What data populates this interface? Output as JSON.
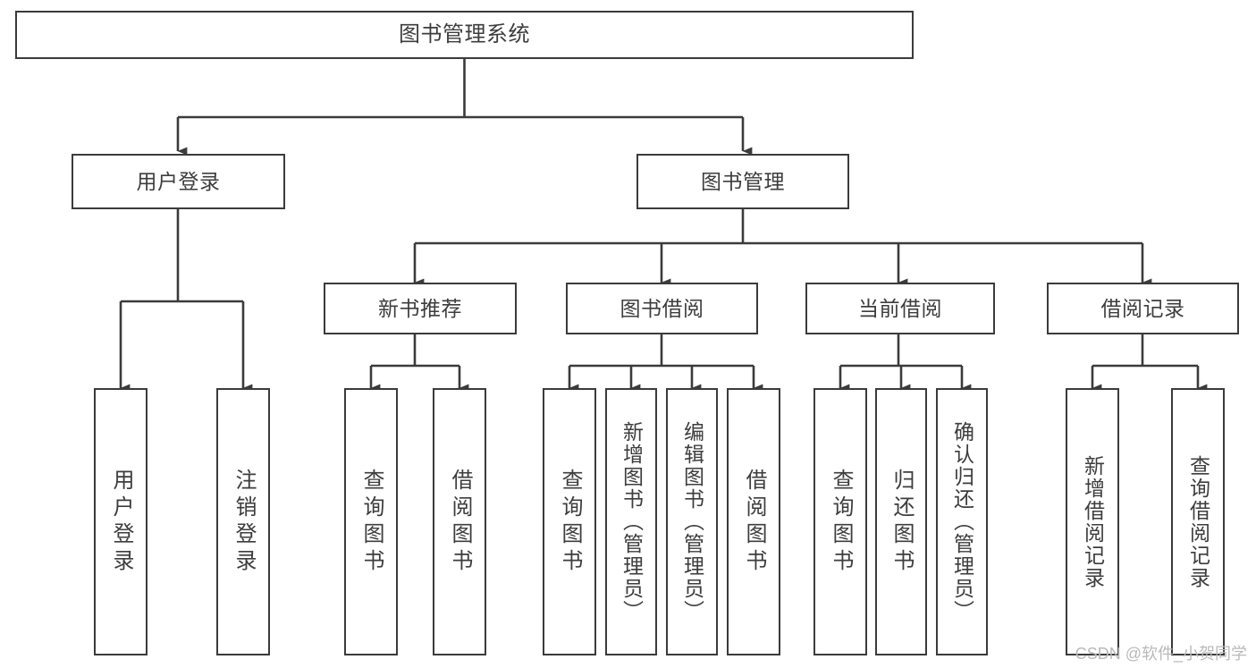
{
  "diagram": {
    "title": "图书管理系统",
    "type": "tree",
    "orientation": "top-down",
    "style": {
      "box_border_color": "#3b3b3b",
      "box_fill_color": "#ffffff",
      "text_color": "#3d3d3d",
      "connector_color": "#3b3b3b",
      "background_color": "#ffffff"
    },
    "nodes": {
      "root": {
        "label": "图书管理系统",
        "level": 0
      },
      "level1": [
        {
          "id": "user-login",
          "label": "用户登录"
        },
        {
          "id": "book-management",
          "label": "图书管理"
        }
      ],
      "level2": [
        {
          "id": "new-book-recommend",
          "label": "新书推荐",
          "parent": "book-management"
        },
        {
          "id": "book-borrow",
          "label": "图书借阅",
          "parent": "book-management"
        },
        {
          "id": "current-borrow",
          "label": "当前借阅",
          "parent": "book-management"
        },
        {
          "id": "borrow-record",
          "label": "借阅记录",
          "parent": "book-management"
        }
      ],
      "leaves": [
        {
          "id": "leaf-user-login",
          "label": "用户登录",
          "parent": "user-login"
        },
        {
          "id": "leaf-logout-login",
          "label": "注销登录",
          "parent": "user-login"
        },
        {
          "id": "leaf-query-book-1",
          "label": "查询图书",
          "parent": "new-book-recommend"
        },
        {
          "id": "leaf-borrow-book-1",
          "label": "借阅图书",
          "parent": "new-book-recommend"
        },
        {
          "id": "leaf-query-book-2",
          "label": "查询图书",
          "parent": "book-borrow"
        },
        {
          "id": "leaf-add-book",
          "label": "新增图书（管理员）",
          "parent": "book-borrow"
        },
        {
          "id": "leaf-edit-book",
          "label": "编辑图书（管理员）",
          "parent": "book-borrow"
        },
        {
          "id": "leaf-borrow-book-2",
          "label": "借阅图书",
          "parent": "book-borrow"
        },
        {
          "id": "leaf-query-book-3",
          "label": "查询图书",
          "parent": "current-borrow"
        },
        {
          "id": "leaf-return-book",
          "label": "归还图书",
          "parent": "current-borrow"
        },
        {
          "id": "leaf-confirm-return",
          "label": "确认归还（管理员）",
          "parent": "current-borrow"
        },
        {
          "id": "leaf-add-record",
          "label": "新增借阅记录",
          "parent": "borrow-record"
        },
        {
          "id": "leaf-query-record",
          "label": "查询借阅记录",
          "parent": "borrow-record"
        }
      ]
    }
  },
  "watermark": {
    "text": "CSDN @软件_小贺同学"
  }
}
